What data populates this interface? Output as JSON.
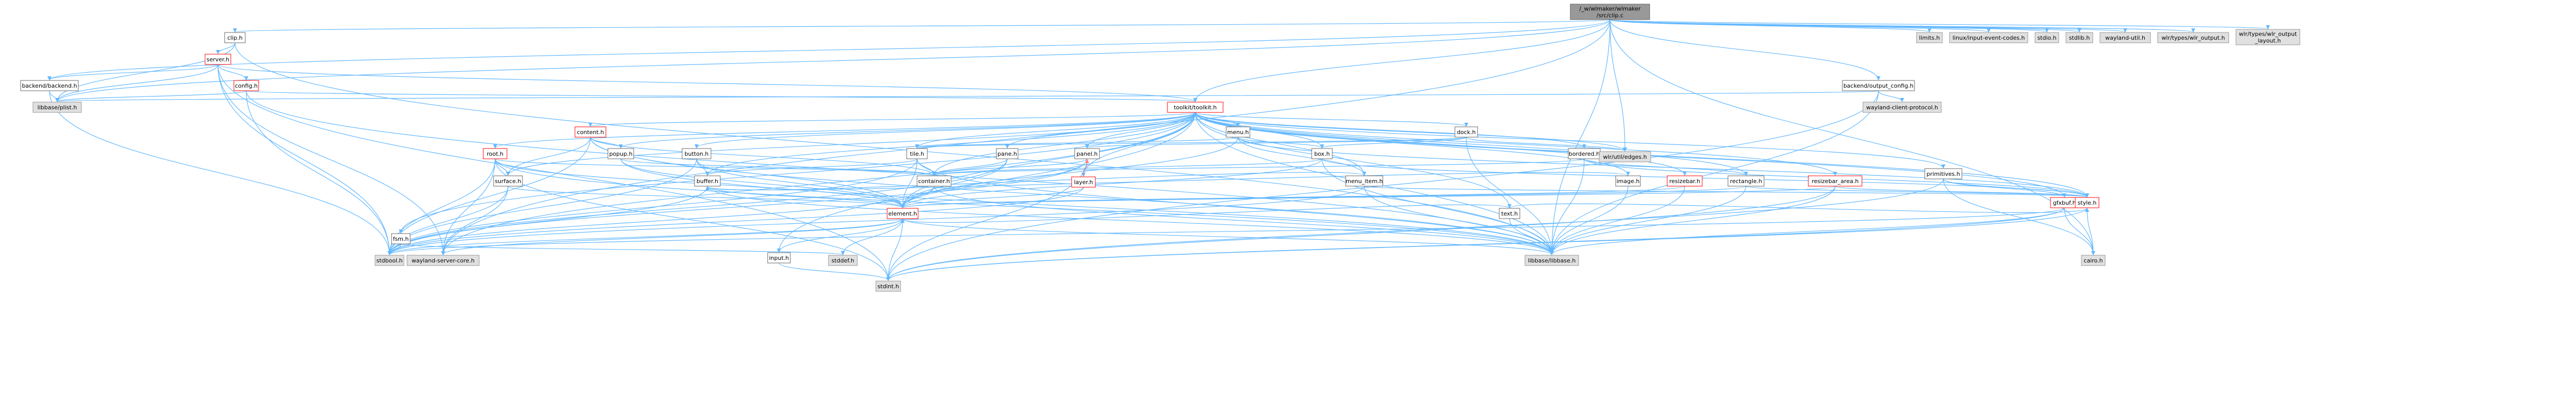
{
  "colors": {
    "background": "#ffffff",
    "root_fill": "#999999",
    "root_border": "#666666",
    "documented_fill": "#ffffff",
    "documented_border": "#ff0000",
    "plain_fill": "#ffffff",
    "plain_border": "#666666",
    "system_fill": "#e0e0e0",
    "system_border": "#999999",
    "edge": "#63b8ff",
    "edge_cycle": "#ff8080"
  },
  "nodes": [
    {
      "id": "root",
      "label": "/_w/wlmaker/wlmaker/src/clip.c",
      "lines": [
        "/_w/wlmaker/wlmaker",
        "/src/clip.c"
      ],
      "kind": "root"
    },
    {
      "id": "clip_h",
      "label": "clip.h",
      "kind": "plain"
    },
    {
      "id": "server_h",
      "label": "server.h",
      "kind": "doc"
    },
    {
      "id": "config_h",
      "label": "config.h",
      "kind": "doc"
    },
    {
      "id": "backend_h",
      "label": "backend/backend.h",
      "kind": "plain"
    },
    {
      "id": "libbase_plist",
      "label": "libbase/plist.h",
      "kind": "sys"
    },
    {
      "id": "toolkit_h",
      "label": "toolkit/toolkit.h",
      "kind": "doc"
    },
    {
      "id": "output_config_h",
      "label": "backend/output_config.h",
      "kind": "plain"
    },
    {
      "id": "wl_client_proto",
      "label": "wayland-client-protocol.h",
      "kind": "sys"
    },
    {
      "id": "limits_h",
      "label": "limits.h",
      "kind": "sys"
    },
    {
      "id": "input_codes",
      "label": "linux/input-event-codes.h",
      "kind": "sys"
    },
    {
      "id": "stdio_h",
      "label": "stdio.h",
      "kind": "sys"
    },
    {
      "id": "stdlib_h",
      "label": "stdlib.h",
      "kind": "sys"
    },
    {
      "id": "wayland_util",
      "label": "wayland-util.h",
      "kind": "sys"
    },
    {
      "id": "wlr_output",
      "label": "wlr/types/wlr_output.h",
      "kind": "sys"
    },
    {
      "id": "wlr_output_layout",
      "label": "wlr/types/wlr_output_layout.h",
      "lines": [
        "wlr/types/wlr_output",
        "_layout.h"
      ],
      "kind": "sys"
    },
    {
      "id": "content_h",
      "label": "content.h",
      "kind": "doc"
    },
    {
      "id": "root_h",
      "label": "root.h",
      "kind": "doc"
    },
    {
      "id": "popup_h",
      "label": "popup.h",
      "kind": "plain"
    },
    {
      "id": "button_h",
      "label": "button.h",
      "kind": "plain"
    },
    {
      "id": "menu_h",
      "label": "menu.h",
      "kind": "plain"
    },
    {
      "id": "tile_h",
      "label": "tile.h",
      "kind": "plain"
    },
    {
      "id": "pane_h",
      "label": "pane.h",
      "kind": "plain"
    },
    {
      "id": "panel_h",
      "label": "panel.h",
      "kind": "plain"
    },
    {
      "id": "dock_h",
      "label": "dock.h",
      "kind": "plain"
    },
    {
      "id": "box_h",
      "label": "box.h",
      "kind": "plain"
    },
    {
      "id": "bordered_h",
      "label": "bordered.h",
      "kind": "plain"
    },
    {
      "id": "wlr_edges",
      "label": "wlr/util/edges.h",
      "kind": "sys"
    },
    {
      "id": "surface_h",
      "label": "surface.h",
      "kind": "plain"
    },
    {
      "id": "buffer_h",
      "label": "buffer.h",
      "kind": "plain"
    },
    {
      "id": "container_h",
      "label": "container.h",
      "kind": "plain"
    },
    {
      "id": "layer_h",
      "label": "layer.h",
      "kind": "doc"
    },
    {
      "id": "menu_item_h",
      "label": "menu_item.h",
      "kind": "plain"
    },
    {
      "id": "image_h",
      "label": "image.h",
      "kind": "plain"
    },
    {
      "id": "resizebar_h",
      "label": "resizebar.h",
      "kind": "doc"
    },
    {
      "id": "rectangle_h",
      "label": "rectangle.h",
      "kind": "plain"
    },
    {
      "id": "resizebar_area_h",
      "label": "resizebar_area.h",
      "kind": "doc"
    },
    {
      "id": "primitives_h",
      "label": "primitives.h",
      "kind": "plain"
    },
    {
      "id": "gfxbuf_h",
      "label": "gfxbuf.h",
      "kind": "doc"
    },
    {
      "id": "style_h",
      "label": "style.h",
      "kind": "doc"
    },
    {
      "id": "text_h",
      "label": "text.h",
      "kind": "plain"
    },
    {
      "id": "element_h",
      "label": "element.h",
      "kind": "doc"
    },
    {
      "id": "fsm_h",
      "label": "fsm.h",
      "kind": "plain"
    },
    {
      "id": "input_h",
      "label": "input.h",
      "kind": "plain"
    },
    {
      "id": "stdbool_h",
      "label": "stdbool.h",
      "kind": "sys"
    },
    {
      "id": "stddef_h",
      "label": "stddef.h",
      "kind": "sys"
    },
    {
      "id": "wl_server_core",
      "label": "wayland-server-core.h",
      "kind": "sys"
    },
    {
      "id": "libbase_h",
      "label": "libbase/libbase.h",
      "kind": "sys"
    },
    {
      "id": "stdint_h",
      "label": "stdint.h",
      "kind": "sys"
    },
    {
      "id": "cairo_h",
      "label": "cairo.h",
      "kind": "sys"
    }
  ]
}
